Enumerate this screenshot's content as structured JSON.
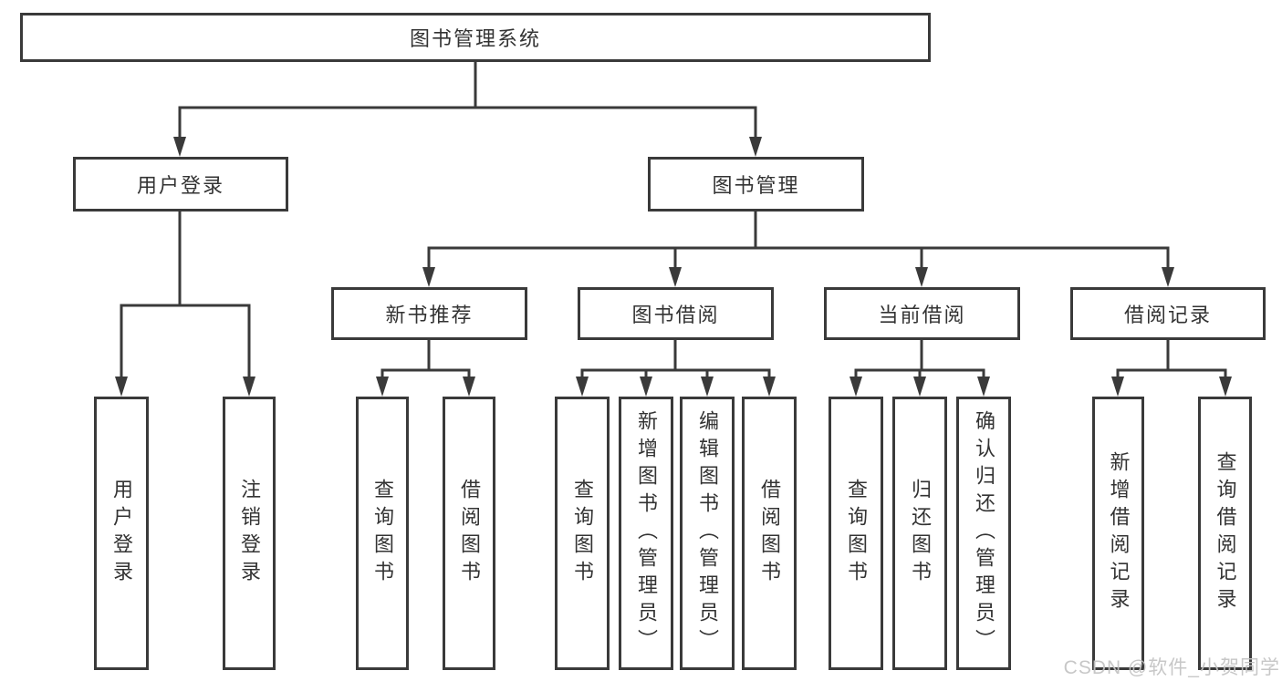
{
  "diagram": {
    "title": "图书管理系统",
    "children": [
      {
        "label": "用户登录",
        "children": [
          {
            "label": "用户登录"
          },
          {
            "label": "注销登录"
          }
        ]
      },
      {
        "label": "图书管理",
        "children": [
          {
            "label": "新书推荐",
            "children": [
              {
                "label": "查询图书"
              },
              {
                "label": "借阅图书"
              }
            ]
          },
          {
            "label": "图书借阅",
            "children": [
              {
                "label": "查询图书"
              },
              {
                "label": "新增图书（管理员）"
              },
              {
                "label": "编辑图书（管理员）"
              },
              {
                "label": "借阅图书"
              }
            ]
          },
          {
            "label": "当前借阅",
            "children": [
              {
                "label": "查询图书"
              },
              {
                "label": "归还图书"
              },
              {
                "label": "确认归还（管理员）"
              }
            ]
          },
          {
            "label": "借阅记录",
            "children": [
              {
                "label": "新增借阅记录"
              },
              {
                "label": "查询借阅记录"
              }
            ]
          }
        ]
      }
    ]
  },
  "watermark": "CSDN @软件_小贺同学",
  "colors": {
    "line": "#3a3a3a",
    "text": "#333333",
    "box_fill": "#ffffff",
    "watermark": "#c3c3c3"
  }
}
